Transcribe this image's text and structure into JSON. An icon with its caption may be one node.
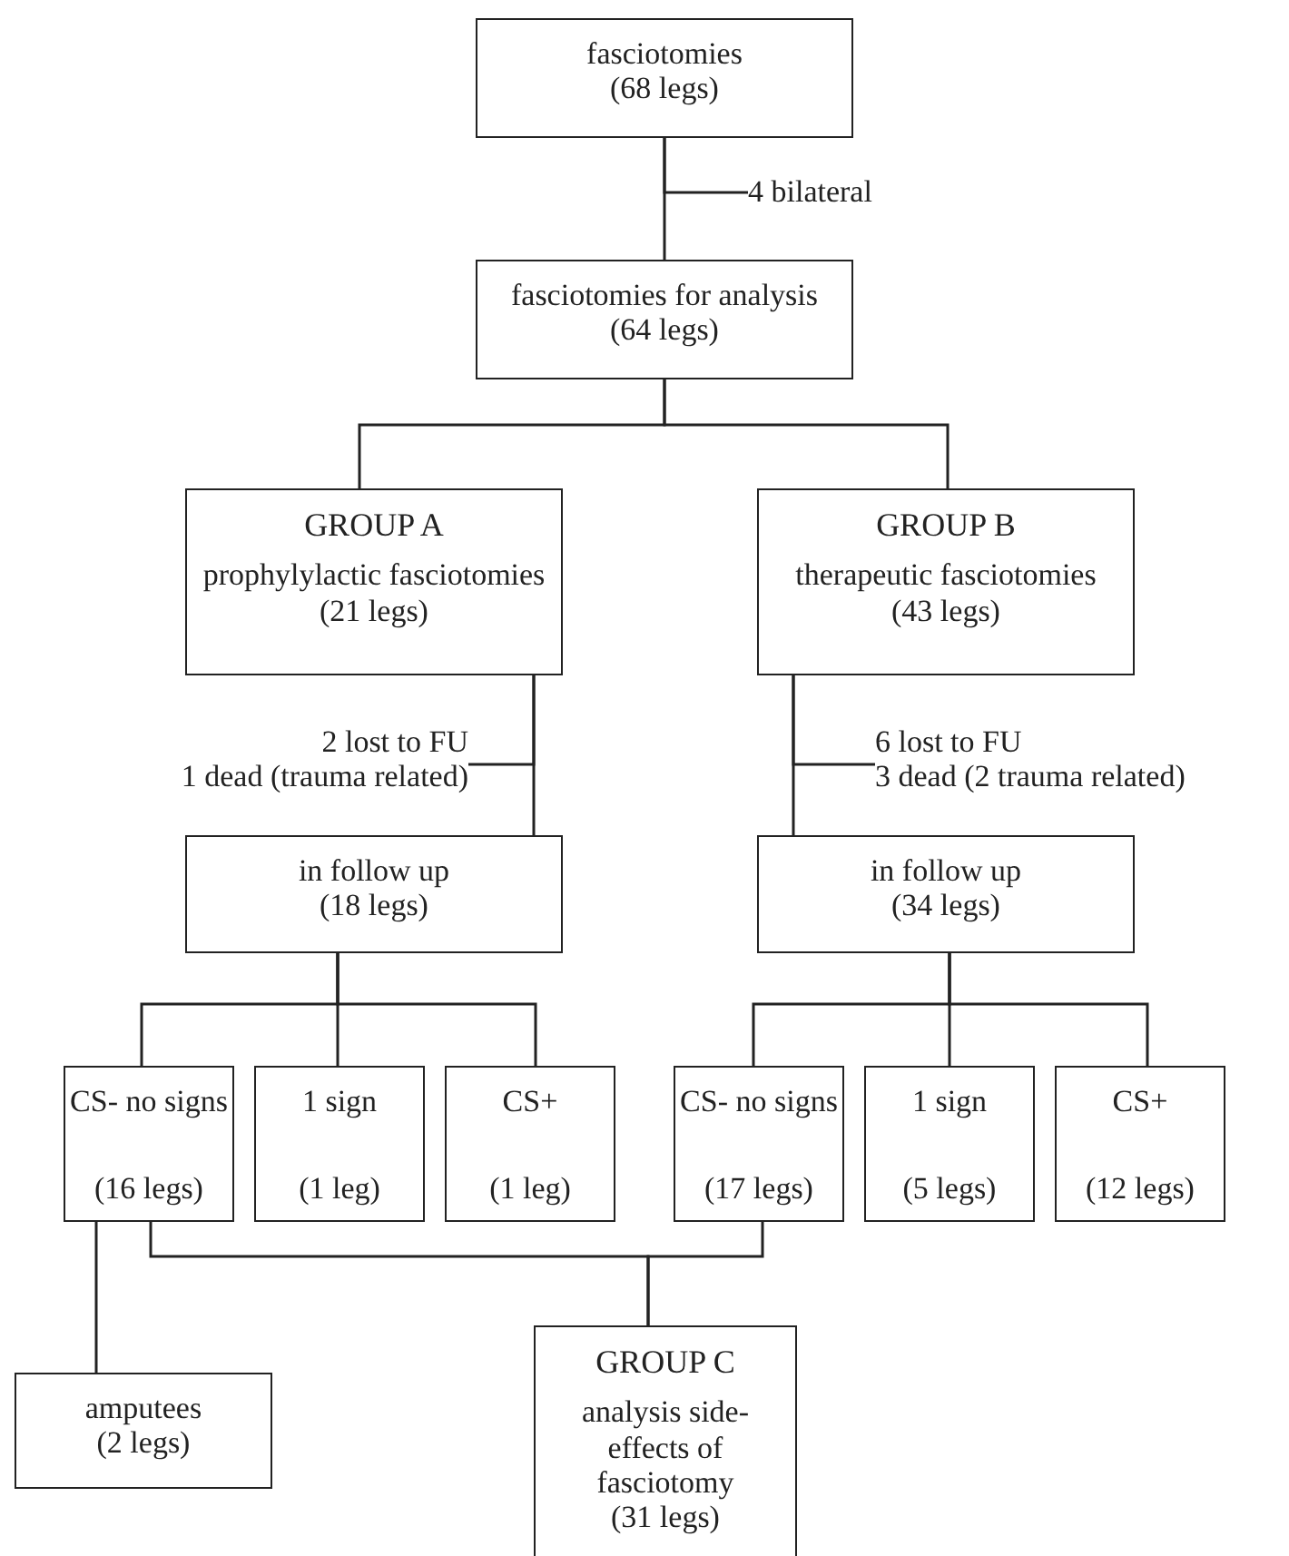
{
  "diagram": {
    "nodes": [
      {
        "text": [
          "fasciotomies",
          "(68 legs)"
        ]
      },
      {
        "text": [
          "4 bilateral"
        ]
      },
      {
        "text": [
          "fasciotomies for analysis",
          "(64 legs)"
        ]
      },
      {
        "text": [
          "GROUP A",
          "prophylylactic fasciotomies",
          "(21 legs)"
        ]
      },
      {
        "text": [
          "GROUP B",
          "therapeutic fasciotomies",
          "(43 legs)"
        ]
      },
      {
        "text": [
          "2 lost to FU",
          "1 dead (trauma related)"
        ]
      },
      {
        "text": [
          "6 lost to FU",
          "3 dead (2 trauma related)"
        ]
      },
      {
        "text": [
          "in follow up",
          "(18 legs)"
        ]
      },
      {
        "text": [
          "in follow up",
          "(34 legs)"
        ]
      },
      {
        "text": [
          "CS- no signs",
          "(16 legs)"
        ]
      },
      {
        "text": [
          "1 sign",
          "(1 leg)"
        ]
      },
      {
        "text": [
          "CS+",
          "(1 leg)"
        ]
      },
      {
        "text": [
          "CS- no signs",
          "(17 legs)"
        ]
      },
      {
        "text": [
          "1 sign",
          "(5 legs)"
        ]
      },
      {
        "text": [
          "CS+",
          "(12 legs)"
        ]
      },
      {
        "text": [
          "amputees",
          "(2 legs)"
        ]
      },
      {
        "text": [
          "GROUP C",
          "analysis side-effects of fasciotomy",
          "(31 legs)"
        ]
      }
    ],
    "edges": [
      {
        "from": 0,
        "to": 2,
        "arrow": "none"
      },
      {
        "from": 0,
        "to": 1,
        "arrow": "none"
      },
      {
        "from": 2,
        "to": 3,
        "arrow": "none"
      },
      {
        "from": 2,
        "to": 4,
        "arrow": "none"
      },
      {
        "from": 3,
        "to": 7,
        "arrow": "none"
      },
      {
        "from": 3,
        "to": 5,
        "arrow": "none"
      },
      {
        "from": 4,
        "to": 8,
        "arrow": "none"
      },
      {
        "from": 4,
        "to": 6,
        "arrow": "none"
      },
      {
        "from": 7,
        "to": 9,
        "arrow": "none"
      },
      {
        "from": 7,
        "to": 10,
        "arrow": "none"
      },
      {
        "from": 7,
        "to": 11,
        "arrow": "none"
      },
      {
        "from": 8,
        "to": 12,
        "arrow": "none"
      },
      {
        "from": 8,
        "to": 13,
        "arrow": "none"
      },
      {
        "from": 8,
        "to": 14,
        "arrow": "none"
      },
      {
        "from": 9,
        "to": 15,
        "arrow": "none"
      },
      {
        "from": 9,
        "to": 16,
        "arrow": "none"
      },
      {
        "from": 12,
        "to": 16,
        "arrow": "none"
      }
    ]
  }
}
